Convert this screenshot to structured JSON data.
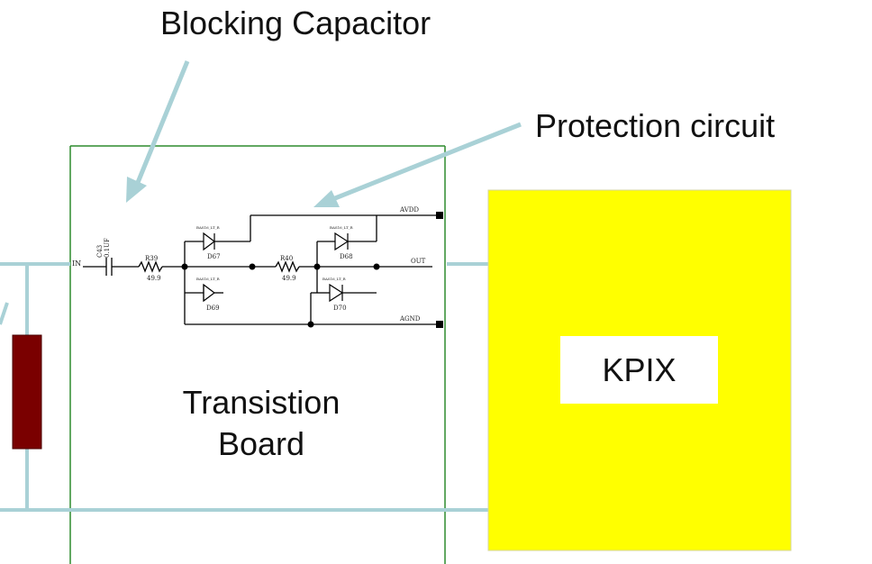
{
  "diagram": {
    "callouts": {
      "blocking_capacitor": "Blocking Capacitor",
      "protection_circuit": "Protection circuit"
    },
    "board": {
      "line1": "Transistion",
      "line2": "Board"
    },
    "chip": {
      "label": "KPIX",
      "fill_color": "#ffff00"
    },
    "schematic": {
      "in_label": "IN",
      "out_label": "OUT",
      "avdd_label": "AVDD",
      "agnd_label": "AGND",
      "capacitor_ref": "C43",
      "capacitor_value": "0.1UF",
      "r39_ref": "R39",
      "r39_value": "49.9",
      "r40_ref": "R40",
      "r40_value": "49.9",
      "d67": "D67",
      "d68": "D68",
      "d69": "D69",
      "d70": "D70",
      "diode_part": "BAS16_LT_R"
    },
    "colors": {
      "connector_lines": "#a9d1d6",
      "board_outline": "#2e8b2e",
      "resistor_fill": "#7a0000",
      "chip_fill": "#ffff00"
    }
  }
}
